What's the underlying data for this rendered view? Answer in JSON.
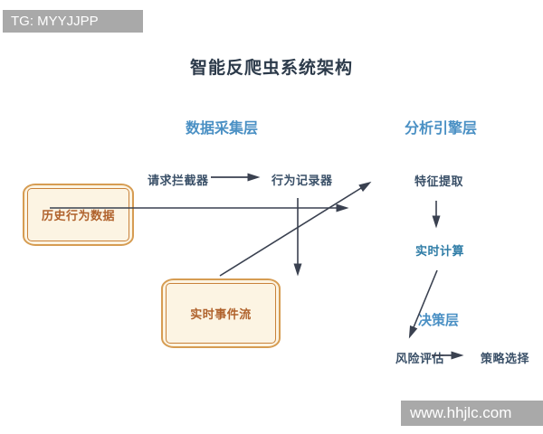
{
  "watermarks": {
    "top_left": "TG: MYYJJPP",
    "bottom_right": "www.hhjlc.com"
  },
  "diagram": {
    "title": "智能反爬虫系统架构",
    "layers": [
      {
        "id": "data-collection",
        "label": "数据采集层"
      },
      {
        "id": "analysis-engine",
        "label": "分析引擎层"
      },
      {
        "id": "decision",
        "label": "决策层"
      }
    ],
    "nodes": {
      "request_interceptor": "请求拦截器",
      "behavior_recorder": "行为记录器",
      "historical_behavior_data": "历史行为数据",
      "realtime_event_stream": "实时事件流",
      "feature_extraction": "特征提取",
      "realtime_computing": "实时计算",
      "risk_assessment": "风险评估",
      "strategy_selection": "策略选择"
    },
    "edges": [
      {
        "from": "请求拦截器",
        "to": "行为记录器",
        "direction": "right"
      },
      {
        "from": "历史行为数据",
        "to": "分析引擎层",
        "direction": "right"
      },
      {
        "from": "行为记录器",
        "to": "实时事件流",
        "direction": "down"
      },
      {
        "from": "实时事件流",
        "to": "特征提取",
        "direction": "up-right"
      },
      {
        "from": "特征提取",
        "to": "实时计算",
        "direction": "down"
      },
      {
        "from": "实时计算",
        "to": "风险评估",
        "direction": "down-left"
      },
      {
        "from": "风险评估",
        "to": "策略选择",
        "direction": "right"
      }
    ],
    "colors": {
      "title_text": "#2c3a4a",
      "layer_header_text": "#4a90c4",
      "node_text": "#3a5068",
      "realtime_computing_text": "#2e7ca6",
      "arrow": "#3a4150",
      "box_border_outer": "#d69c52",
      "box_border_inner": "#c9823b",
      "box_fill": "#fcf4e3",
      "box_text": "#b0622c",
      "watermark_bg": "#a9a9a9",
      "watermark_text": "#ffffff",
      "background": "#ffffff"
    }
  }
}
